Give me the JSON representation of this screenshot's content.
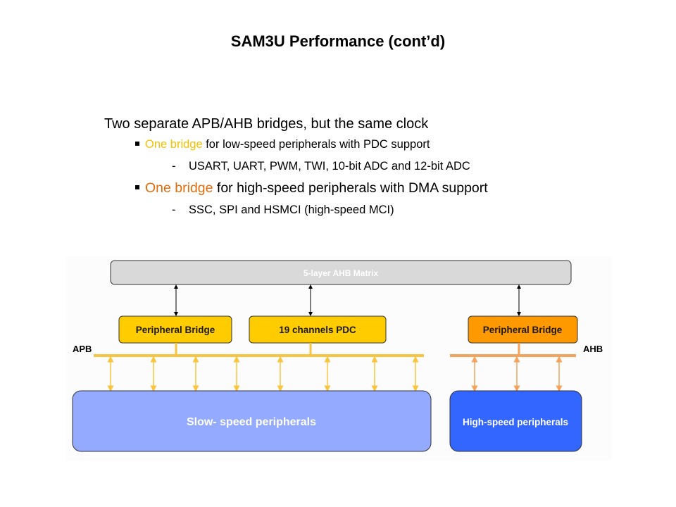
{
  "slide": {
    "title": "SAM3U Performance (cont’d)",
    "bullets": {
      "main": "Two separate APB/AHB bridges, but the same clock",
      "sub1": {
        "highlight": "One bridge",
        "text": " for low-speed peripherals with PDC support",
        "detail": "USART, UART, PWM, TWI, 10-bit ADC and 12-bit ADC"
      },
      "sub2": {
        "highlight": "One bridge",
        "text": " for high-speed peripherals with DMA support",
        "detail": "SSC, SPI and HSMCI (high-speed MCI)"
      }
    }
  },
  "diagram": {
    "matrix_label": "5-layer AHB Matrix",
    "apb_bridge_label": "Peripheral Bridge",
    "pdc_label": "19 channels PDC",
    "ahb_bridge_label": "Peripheral Bridge",
    "apb_bus_label": "APB",
    "ahb_bus_label": "AHB",
    "slow_label": "Slow- speed  peripherals",
    "fast_label": "High-speed peripherals",
    "colors": {
      "matrix": "#d9d9d9",
      "apb_bridge": "#ffcc00",
      "ahb_bridge": "#ff9900",
      "apb_bus": "#f9c440",
      "ahb_bus": "#f5a35a",
      "slow_box": "#93aaff",
      "fast_box": "#3366ff",
      "highlight_yellow": "#f2c200",
      "highlight_orange": "#e36c0a"
    }
  }
}
